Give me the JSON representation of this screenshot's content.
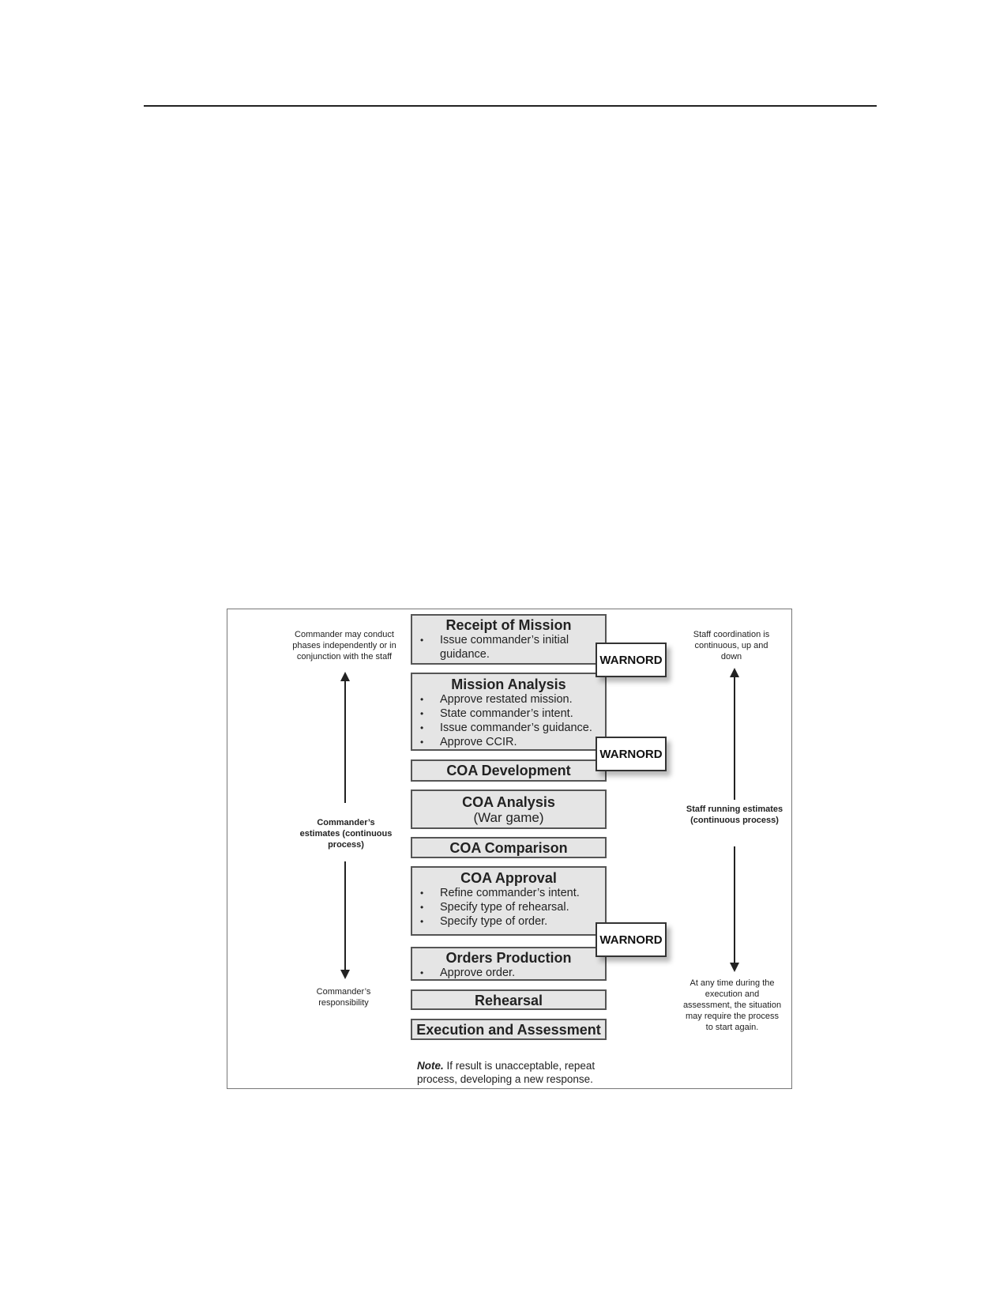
{
  "steps": {
    "receipt": {
      "title": "Receipt of Mission",
      "bullets": [
        "Issue commander’s initial guidance."
      ]
    },
    "mission_analysis": {
      "title": "Mission Analysis",
      "bullets": [
        "Approve restated mission.",
        "State commander’s intent.",
        "Issue commander’s guidance.",
        "Approve CCIR."
      ]
    },
    "coa_development": {
      "title": "COA Development"
    },
    "coa_analysis": {
      "title": "COA Analysis",
      "subtitle": "(War game)"
    },
    "coa_comparison": {
      "title": "COA Comparison"
    },
    "coa_approval": {
      "title": "COA Approval",
      "bullets": [
        "Refine commander’s intent.",
        "Specify type of rehearsal.",
        "Specify type of order."
      ]
    },
    "orders_production": {
      "title": "Orders Production",
      "bullets": [
        "Approve order."
      ]
    },
    "rehearsal": {
      "title": "Rehearsal"
    },
    "execution": {
      "title": "Execution and Assessment"
    }
  },
  "warnord_label": "WARNORD",
  "left": {
    "top_note": "Commander may conduct phases independently or in conjunction with the staff",
    "middle": "Commander’s estimates (continuous process)",
    "bottom": "Commander’s responsibility"
  },
  "right": {
    "top_note": "Staff coordination is continuous, up and down",
    "middle": "Staff running estimates (continuous process)",
    "bottom": "At any time during the execution and assessment, the situation may require the process to start again."
  },
  "note": {
    "label": "Note.",
    "text": " If result  is unacceptable, repeat process, developing a new response."
  }
}
